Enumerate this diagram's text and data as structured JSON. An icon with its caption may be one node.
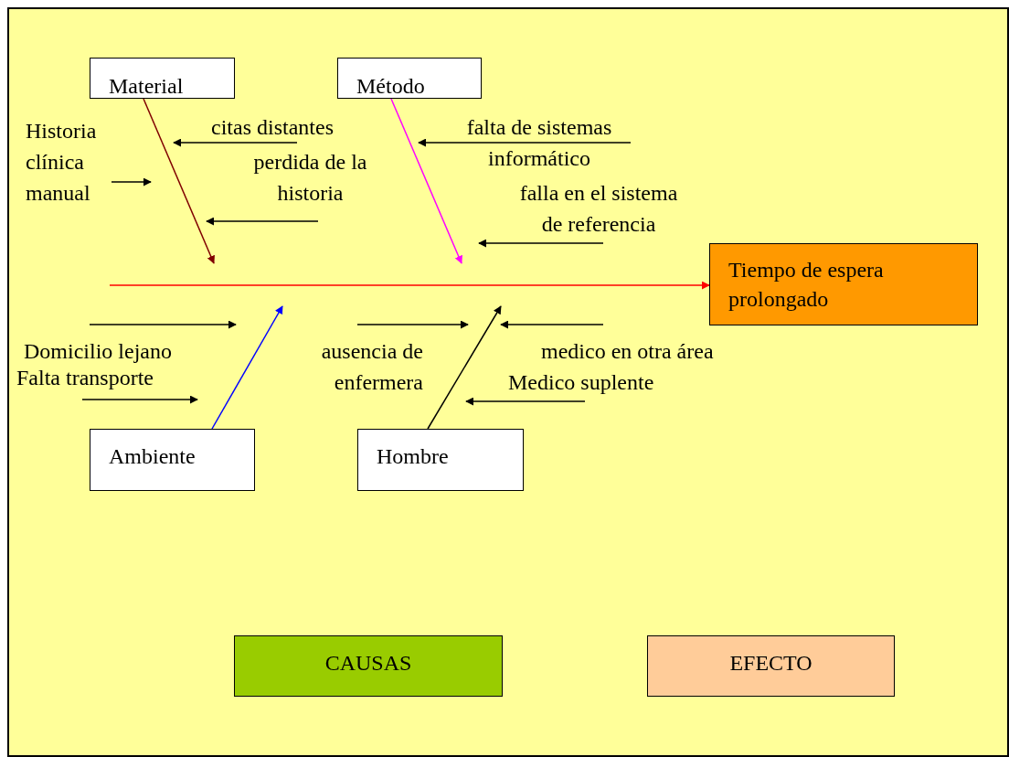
{
  "diagram": {
    "nodes": [
      {
        "text": [
          "Material"
        ]
      },
      {
        "text": [
          "Método"
        ]
      },
      {
        "text": [
          "Historia clínica manual"
        ]
      },
      {
        "text": [
          "citas distantes"
        ]
      },
      {
        "text": [
          "perdida de la historia"
        ]
      },
      {
        "text": [
          "falta de sistemas informático"
        ]
      },
      {
        "text": [
          "falla en el sistema de referencia"
        ]
      },
      {
        "text": [
          "Tiempo de espera prolongado"
        ]
      },
      {
        "text": [
          "Domicilio lejano"
        ]
      },
      {
        "text": [
          "ausencia de enfermera"
        ]
      },
      {
        "text": [
          "medico en otra área"
        ]
      },
      {
        "text": [
          "Falta transporte"
        ]
      },
      {
        "text": [
          "Medico suplente"
        ]
      },
      {
        "text": [
          "Ambiente"
        ]
      },
      {
        "text": [
          "Hombre"
        ]
      },
      {
        "text": [
          "CAUSAS"
        ]
      },
      {
        "text": [
          "EFECTO"
        ]
      }
    ],
    "edges": [
      {
        "from": null,
        "to": 7,
        "arrow": "to",
        "color": "#ff0000"
      },
      {
        "from": 0,
        "to": null,
        "arrow": "to",
        "color": "#800000"
      },
      {
        "from": 1,
        "to": null,
        "arrow": "to",
        "color": "#ff00ff"
      },
      {
        "from": 13,
        "to": null,
        "arrow": "to",
        "color": "#0000ff"
      },
      {
        "from": 14,
        "to": null,
        "arrow": "to"
      },
      {
        "from": 2,
        "to": null,
        "arrow": "to"
      },
      {
        "from": 3,
        "to": null,
        "arrow": "to"
      },
      {
        "from": 4,
        "to": null,
        "arrow": "to"
      },
      {
        "from": 5,
        "to": null,
        "arrow": "to"
      },
      {
        "from": 6,
        "to": null,
        "arrow": "to"
      },
      {
        "from": 8,
        "to": null,
        "arrow": "to"
      },
      {
        "from": 11,
        "to": null,
        "arrow": "to"
      },
      {
        "from": 9,
        "to": null,
        "arrow": "to"
      },
      {
        "from": 10,
        "to": null,
        "arrow": "to"
      },
      {
        "from": 12,
        "to": null,
        "arrow": "to"
      }
    ]
  }
}
